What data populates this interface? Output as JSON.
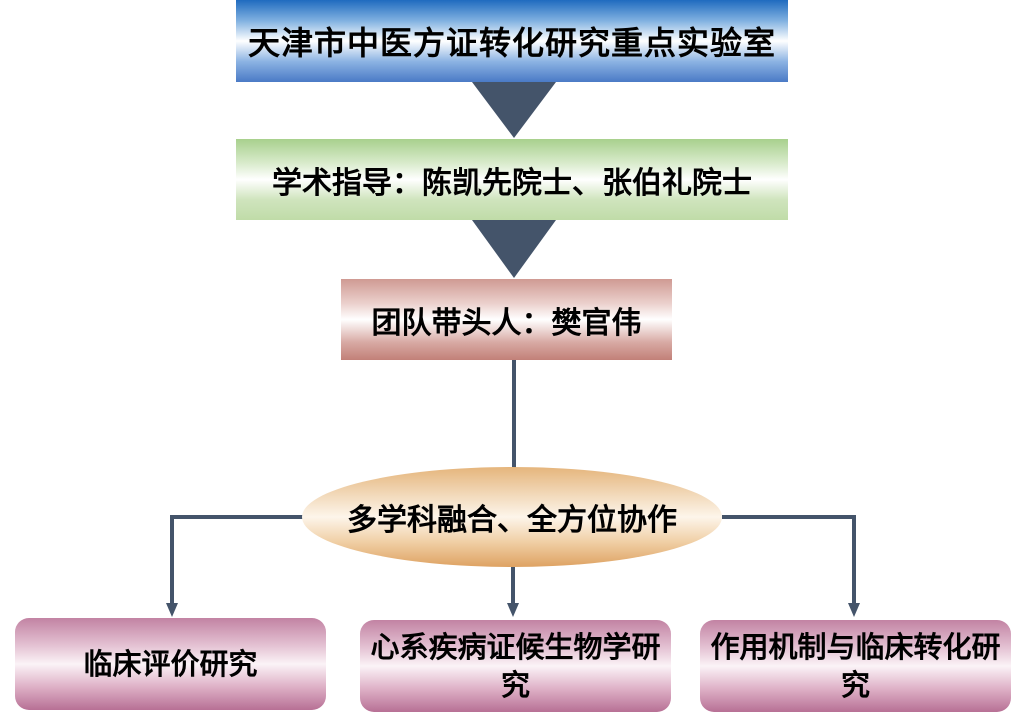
{
  "title": "天津市中医方证转化研究重点实验室",
  "guidance": "学术指导：陈凯先院士、张伯礼院士",
  "leader": "团队带头人：樊官伟",
  "collaboration": "多学科融合、全方位协作",
  "research_areas": [
    {
      "label": "临床评价研究"
    },
    {
      "label": "心系疾病证候生物学研究"
    },
    {
      "label": "作用机制与临床转化研究"
    }
  ],
  "colors": {
    "connector": "#44546a",
    "title_box": "#4a7ac6",
    "guidance_box": "#a8d08d",
    "leader_box": "#c28078",
    "ellipse": "#dea262",
    "leaf_box": "#b77095"
  }
}
